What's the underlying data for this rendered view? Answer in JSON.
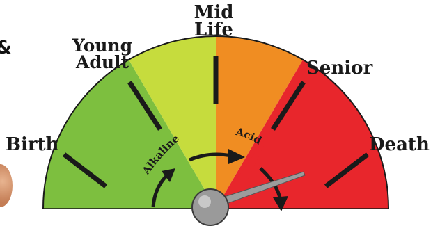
{
  "labels": {
    "mid_life": "Mid\nLife",
    "young_adult": "Young\nAdult",
    "senior": "Senior",
    "birth": "Birth",
    "death": "Death",
    "clipped_left": "&"
  },
  "gauge": {
    "alkaline_label": "Alkaline",
    "acid_label": "Acid",
    "needle_position_fraction": 0.8,
    "zones": [
      {
        "name": "green",
        "color": "#7dbf3f"
      },
      {
        "name": "yellow-green",
        "color": "#c6dc3d"
      },
      {
        "name": "orange",
        "color": "#f08d22"
      },
      {
        "name": "red",
        "color": "#e8262c"
      }
    ],
    "tick_color": "#1a1a1a",
    "needle_color": "#9a9a9a"
  }
}
